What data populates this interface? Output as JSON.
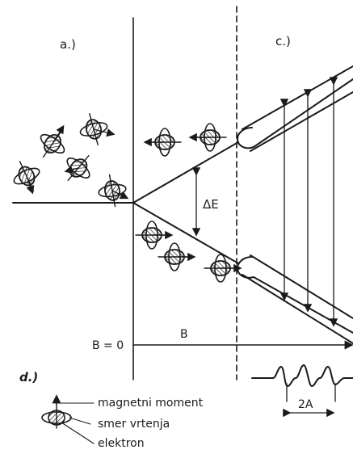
{
  "panels": {
    "a": "a.)",
    "c": "c.)",
    "d": "d.)"
  },
  "labels": {
    "delta_e": "ΔE",
    "b_zero": "B = 0",
    "b": "B",
    "two_a": "2A"
  },
  "legend": {
    "magnetic_moment": "magnetni moment",
    "spin_direction": "smer vrtenja",
    "electron": "elektron"
  },
  "colors": {
    "ink": "#1a1a1a",
    "paper": "#ffffff"
  }
}
